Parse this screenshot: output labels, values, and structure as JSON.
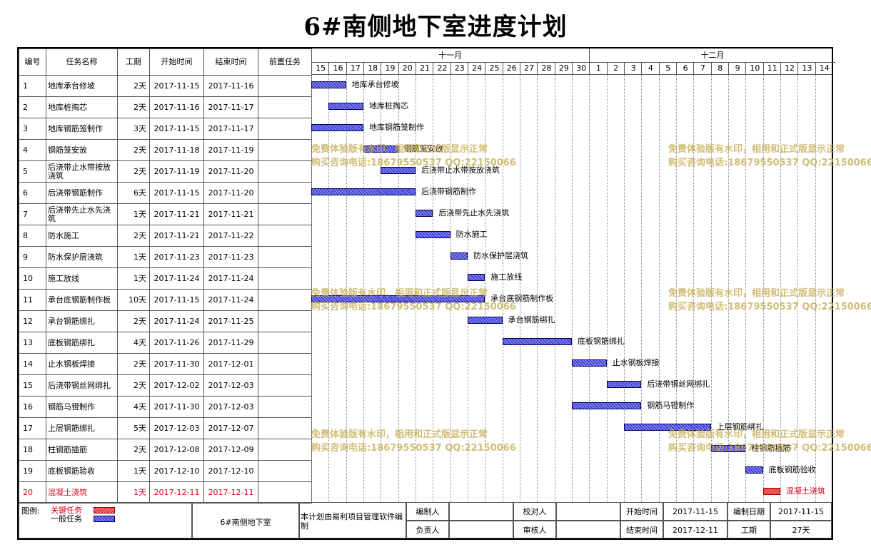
{
  "title": "6#南侧地下室进度计划",
  "columns": {
    "no": "编号",
    "name": "任务名称",
    "days": "工期",
    "start": "开始时间",
    "end": "结束时间",
    "pred": "前置任务"
  },
  "months": [
    "十一月",
    "十二月"
  ],
  "day_labels": [
    "15",
    "16",
    "17",
    "18",
    "19",
    "20",
    "21",
    "22",
    "23",
    "24",
    "25",
    "26",
    "27",
    "28",
    "29",
    "30",
    "1",
    "2",
    "3",
    "4",
    "5",
    "6",
    "7",
    "8",
    "9",
    "10",
    "11",
    "12",
    "13",
    "14"
  ],
  "tasks": [
    {
      "no": "1",
      "name": "地库承台修坡",
      "days": "2天",
      "start": "2017-11-15",
      "end": "2017-11-16",
      "s": 0,
      "d": 2,
      "critical": false
    },
    {
      "no": "2",
      "name": "地库桩掏芯",
      "days": "2天",
      "start": "2017-11-16",
      "end": "2017-11-17",
      "s": 1,
      "d": 2,
      "critical": false
    },
    {
      "no": "3",
      "name": "地库钢筋笼制作",
      "days": "3天",
      "start": "2017-11-15",
      "end": "2017-11-17",
      "s": 0,
      "d": 3,
      "critical": false
    },
    {
      "no": "4",
      "name": "钢筋笼安放",
      "days": "2天",
      "start": "2017-11-18",
      "end": "2017-11-19",
      "s": 3,
      "d": 2,
      "critical": false
    },
    {
      "no": "5",
      "name": "后浇带止水带按放浇筑",
      "days": "2天",
      "start": "2017-11-19",
      "end": "2017-11-20",
      "s": 4,
      "d": 2,
      "critical": false
    },
    {
      "no": "6",
      "name": "后浇带钢筋制作",
      "days": "6天",
      "start": "2017-11-15",
      "end": "2017-11-20",
      "s": 0,
      "d": 6,
      "critical": false
    },
    {
      "no": "7",
      "name": "后浇带先止水先浇筑",
      "days": "1天",
      "start": "2017-11-21",
      "end": "2017-11-21",
      "s": 6,
      "d": 1,
      "critical": false
    },
    {
      "no": "8",
      "name": "防水施工",
      "days": "2天",
      "start": "2017-11-21",
      "end": "2017-11-22",
      "s": 6,
      "d": 2,
      "critical": false
    },
    {
      "no": "9",
      "name": "防水保护层浇筑",
      "days": "1天",
      "start": "2017-11-23",
      "end": "2017-11-23",
      "s": 8,
      "d": 1,
      "critical": false
    },
    {
      "no": "10",
      "name": "施工放线",
      "days": "1天",
      "start": "2017-11-24",
      "end": "2017-11-24",
      "s": 9,
      "d": 1,
      "critical": false
    },
    {
      "no": "11",
      "name": "承台底钢筋制作板",
      "days": "10天",
      "start": "2017-11-15",
      "end": "2017-11-24",
      "s": 0,
      "d": 10,
      "critical": false
    },
    {
      "no": "12",
      "name": "承台钢筋绑扎",
      "days": "2天",
      "start": "2017-11-24",
      "end": "2017-11-25",
      "s": 9,
      "d": 2,
      "critical": false
    },
    {
      "no": "13",
      "name": "底板钢筋绑扎",
      "days": "4天",
      "start": "2017-11-26",
      "end": "2017-11-29",
      "s": 11,
      "d": 4,
      "critical": false
    },
    {
      "no": "14",
      "name": "止水钢板焊接",
      "days": "2天",
      "start": "2017-11-30",
      "end": "2017-12-01",
      "s": 15,
      "d": 2,
      "critical": false
    },
    {
      "no": "15",
      "name": "后浇带钢丝网绑扎",
      "days": "2天",
      "start": "2017-12-02",
      "end": "2017-12-03",
      "s": 17,
      "d": 2,
      "critical": false
    },
    {
      "no": "16",
      "name": "钢筋马镫制作",
      "days": "4天",
      "start": "2017-11-30",
      "end": "2017-12-03",
      "s": 15,
      "d": 4,
      "critical": false
    },
    {
      "no": "17",
      "name": "上层钢筋绑扎",
      "days": "5天",
      "start": "2017-12-03",
      "end": "2017-12-07",
      "s": 18,
      "d": 5,
      "critical": false
    },
    {
      "no": "18",
      "name": "柱钢筋插筋",
      "days": "2天",
      "start": "2017-12-08",
      "end": "2017-12-09",
      "s": 23,
      "d": 2,
      "critical": false
    },
    {
      "no": "19",
      "name": "底板钢筋验收",
      "days": "1天",
      "start": "2017-12-10",
      "end": "2017-12-10",
      "s": 25,
      "d": 1,
      "critical": false
    },
    {
      "no": "20",
      "name": "混凝土浇筑",
      "days": "1天",
      "start": "2017-12-11",
      "end": "2017-12-11",
      "s": 26,
      "d": 1,
      "critical": true
    }
  ],
  "watermark": {
    "line1": "免费体验版有水印，相用和正式版显示正常",
    "line2": "购买咨询电话:18679550537 QQ:22150066"
  },
  "footer": {
    "legend_label": "图例:",
    "critical_label": "关键任务",
    "normal_label": "一般任务",
    "project_name": "6#南侧地下室",
    "software_note": "本计划由易利项目管理软件编制",
    "compiler_label": "编制人",
    "checker_label": "校对人",
    "start_label": "开始时间",
    "start_value": "2017-11-15",
    "compile_date_label": "编制日期",
    "compile_date_value": "2017-11-15",
    "owner_label": "负责人",
    "reviewer_label": "审核人",
    "end_label": "结束时间",
    "end_value": "2017-12-11",
    "duration_label": "工期",
    "duration_value": "27天"
  },
  "colors": {
    "normal_bar": "#3c3cd8",
    "critical_bar": "#e83030",
    "critical_text": "#e0001a",
    "watermark": "#c4aa50"
  }
}
